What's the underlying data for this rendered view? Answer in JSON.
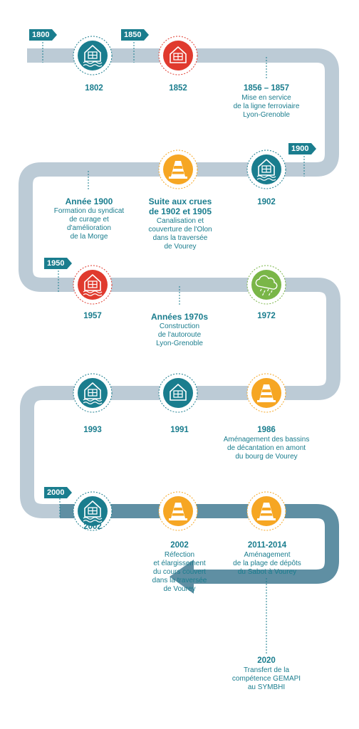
{
  "colors": {
    "track_light": "#bccbd6",
    "track_dark": "#5f8fa3",
    "teal": "#1a7d8e",
    "red": "#e03a2e",
    "orange": "#f6a623",
    "green": "#7ab648"
  },
  "period_markers": [
    "1800",
    "1850",
    "1900",
    "1950",
    "2000"
  ],
  "events": [
    {
      "year": "1802",
      "icon": "flooded-house-icon",
      "color": "teal",
      "desc": ""
    },
    {
      "year": "1852",
      "icon": "house-icon",
      "color": "red",
      "desc": ""
    },
    {
      "year": "1856 – 1857",
      "icon": "",
      "color": "",
      "desc": "Mise en service\nde la ligne ferroviaire\nLyon-Grenoble"
    },
    {
      "year": "1902",
      "icon": "flooded-house-icon",
      "color": "teal",
      "desc": ""
    },
    {
      "year": "Suite aux crues\nde 1902 et 1905",
      "icon": "traffic-cone-icon",
      "color": "orange",
      "desc": "Canalisation et\ncouverture de l'Olon\ndans la traversée\nde Vourey"
    },
    {
      "year": "Année 1900",
      "icon": "",
      "color": "",
      "desc": "Formation du syndicat\nde curage et\nd'amélioration\nde la Morge"
    },
    {
      "year": "1957",
      "icon": "flooded-house-icon",
      "color": "red",
      "desc": ""
    },
    {
      "year": "Années 1970s",
      "icon": "",
      "color": "",
      "desc": "Construction\nde l'autoroute\nLyon-Grenoble"
    },
    {
      "year": "1972",
      "icon": "rain-cloud-icon",
      "color": "green",
      "desc": ""
    },
    {
      "year": "1986",
      "icon": "traffic-cone-icon",
      "color": "orange",
      "desc": "Aménagement des bassins\nde décantation en amont\ndu bourg de Vourey"
    },
    {
      "year": "1991",
      "icon": "house-icon",
      "color": "teal",
      "desc": ""
    },
    {
      "year": "1993",
      "icon": "flooded-house-icon",
      "color": "teal",
      "desc": ""
    },
    {
      "year": "2002",
      "icon": "flooded-house-icon",
      "color": "teal",
      "desc": ""
    },
    {
      "year": "2002",
      "icon": "traffic-cone-icon",
      "color": "orange",
      "desc": "Réfection\net élargissement\ndu cours couvert\ndans la traversée\nde Vourey"
    },
    {
      "year": "2011-2014",
      "icon": "traffic-cone-icon",
      "color": "orange",
      "desc": "Aménagement\nde la plage de dépôts\ndu Sabot à Vourey"
    },
    {
      "year": "2020",
      "icon": "",
      "color": "",
      "desc": "Transfert de la\ncompétence GEMAPI\nau SYMBHI"
    }
  ]
}
